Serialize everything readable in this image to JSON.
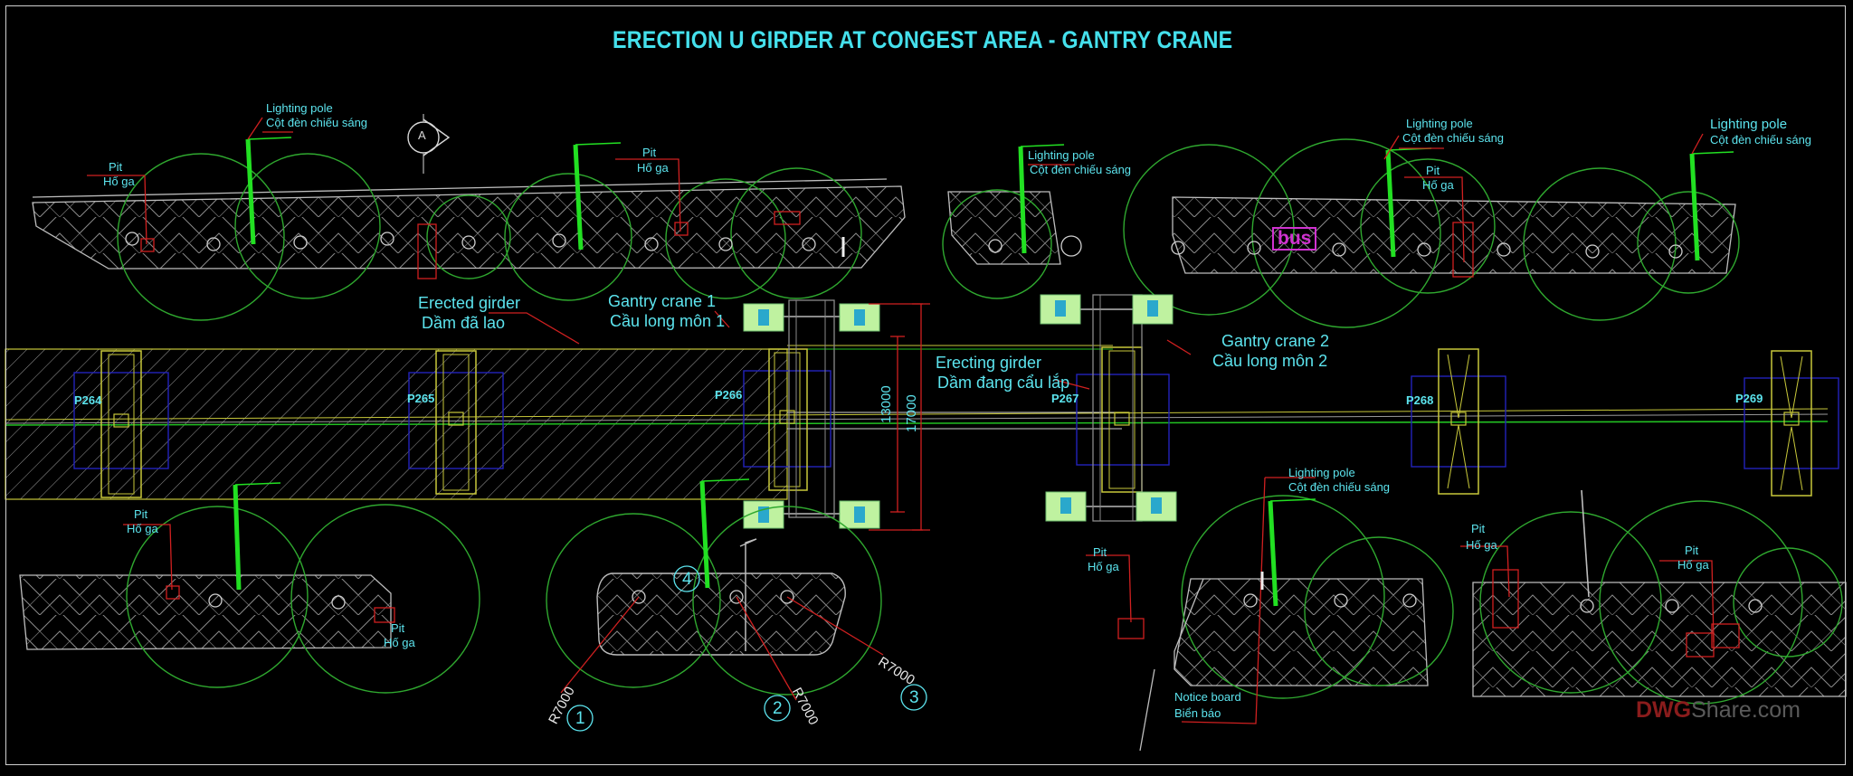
{
  "title": "ERECTION U GIRDER AT CONGEST AREA - GANTRY CRANE",
  "labels": {
    "erected_en": "Erected girder",
    "erected_vn": "Dầm đã lao",
    "gantry1_en": "Gantry crane 1",
    "gantry1_vn": "Cầu long môn 1",
    "gantry2_en": "Gantry crane 2",
    "gantry2_vn": "Cầu long môn 2",
    "erecting_en": "Erecting girder",
    "erecting_vn": "Dầm đang cẩu lắp",
    "lighting_en": "Lighting pole",
    "lighting_vn": "Cột đèn chiếu sáng",
    "pit_en": "Pit",
    "pit_vn": "Hố ga",
    "notice_en": "Notice board",
    "notice_vn": "Biển báo",
    "bus": "bus",
    "section_mark": "A"
  },
  "dimensions": {
    "inner": "13000",
    "outer": "17000"
  },
  "piers": [
    "P264",
    "P265",
    "P266",
    "P267",
    "P268",
    "P269"
  ],
  "radius_label": "R7000",
  "markers": [
    "1",
    "2",
    "3",
    "4"
  ],
  "watermark": {
    "brand": "DWG",
    "rest": "Share.com"
  },
  "colors": {
    "background": "#000000",
    "text": "#5ce4ee",
    "pole": "#22e022",
    "tree": "#2fa82f",
    "leader": "#e02020",
    "girder": "#c8c83a",
    "pier_box": "#2222bb",
    "crane": "#bff2a0",
    "bus": "#d032d0"
  }
}
